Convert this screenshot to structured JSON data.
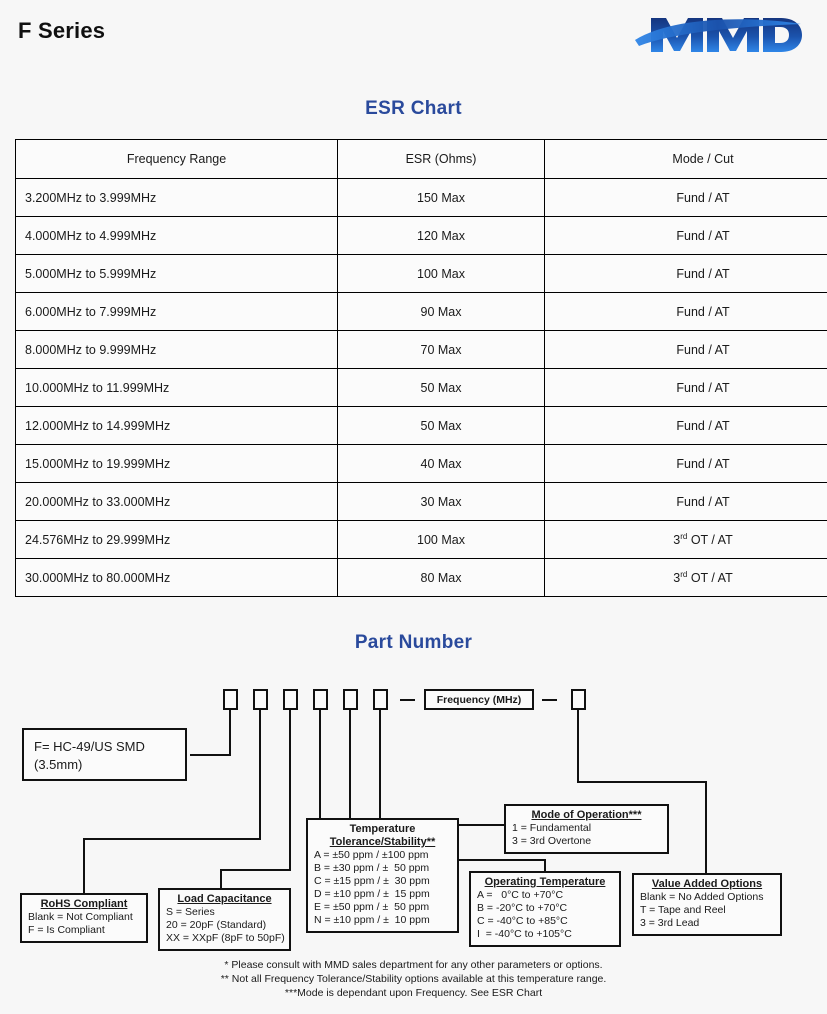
{
  "header": {
    "series_title": "F Series",
    "logo_text": "MMD",
    "logo_name": "mmd-logo"
  },
  "esr_section": {
    "heading": "ESR Chart",
    "columns": [
      "Frequency Range",
      "ESR (Ohms)",
      "Mode / Cut"
    ],
    "rows": [
      {
        "freq": "3.200MHz to 3.999MHz",
        "esr": "150 Max",
        "mode_num": "",
        "mode_sup": "",
        "mode": "Fund / AT"
      },
      {
        "freq": "4.000MHz to 4.999MHz",
        "esr": "120 Max",
        "mode_num": "",
        "mode_sup": "",
        "mode": "Fund / AT"
      },
      {
        "freq": "5.000MHz to 5.999MHz",
        "esr": "100 Max",
        "mode_num": "",
        "mode_sup": "",
        "mode": "Fund / AT"
      },
      {
        "freq": "6.000MHz to 7.999MHz",
        "esr": "90 Max",
        "mode_num": "",
        "mode_sup": "",
        "mode": "Fund / AT"
      },
      {
        "freq": "8.000MHz to 9.999MHz",
        "esr": "70 Max",
        "mode_num": "",
        "mode_sup": "",
        "mode": "Fund / AT"
      },
      {
        "freq": "10.000MHz to 11.999MHz",
        "esr": "50 Max",
        "mode_num": "",
        "mode_sup": "",
        "mode": "Fund / AT"
      },
      {
        "freq": "12.000MHz to 14.999MHz",
        "esr": "50 Max",
        "mode_num": "",
        "mode_sup": "",
        "mode": "Fund / AT"
      },
      {
        "freq": "15.000MHz to 19.999MHz",
        "esr": "40 Max",
        "mode_num": "",
        "mode_sup": "",
        "mode": "Fund / AT"
      },
      {
        "freq": "20.000MHz to 33.000MHz",
        "esr": "30 Max",
        "mode_num": "",
        "mode_sup": "",
        "mode": "Fund / AT"
      },
      {
        "freq": "24.576MHz to 29.999MHz",
        "esr": "100 Max",
        "mode_num": "3",
        "mode_sup": "rd",
        "mode": " OT / AT"
      },
      {
        "freq": "30.000MHz to 80.000MHz",
        "esr": "80 Max",
        "mode_num": "3",
        "mode_sup": "rd",
        "mode": " OT / AT"
      }
    ]
  },
  "part_number": {
    "heading": "Part Number",
    "code_boxes": [
      "",
      "",
      "",
      "",
      "",
      ""
    ],
    "trailing_box": "",
    "dash": "—",
    "frequency_field": "Frequency (MHz)",
    "legends": {
      "model": {
        "lines": [
          "F= HC-49/US SMD",
          "(3.5mm)"
        ]
      },
      "rohs": {
        "title": "RoHS Compliant",
        "lines": [
          "Blank = Not Compliant",
          "F = Is Compliant"
        ]
      },
      "load_capacitance": {
        "title": "Load Capacitance",
        "lines": [
          "S = Series",
          "20 = 20pF (Standard)",
          "XX = XXpF (8pF to 50pF)"
        ]
      },
      "tolerance": {
        "title_line1": "Temperature",
        "title_line2": "Tolerance/Stability**",
        "lines": [
          "A = ±50 ppm / ±100 ppm",
          "B = ±30 ppm / ±  50 ppm",
          "C = ±15 ppm / ±  30 ppm",
          "D = ±10 ppm / ±  15 ppm",
          "E = ±50 ppm / ±  50 ppm",
          "N = ±10 ppm / ±  10 ppm"
        ]
      },
      "operating_temperature": {
        "title": "Operating Temperature",
        "lines": [
          "A =   0°C to +70°C",
          "B = -20°C to +70°C",
          "C = -40°C to +85°C",
          "I  = -40°C to +105°C"
        ]
      },
      "mode_of_operation": {
        "title": "Mode of Operation***",
        "lines": [
          "1 = Fundamental",
          "3 = 3rd Overtone"
        ]
      },
      "value_added": {
        "title": "Value Added Options",
        "lines": [
          "Blank = No Added Options",
          "T = Tape and Reel",
          "3 = 3rd Lead"
        ]
      }
    }
  },
  "footnotes": [
    "* Please consult with MMD sales department for any other parameters or options.",
    "** Not all Frequency Tolerance/Stability options available at this temperature range.",
    "***Mode is dependant upon Frequency. See ESR Chart"
  ],
  "colors": {
    "heading_blue": "#2a4a9c",
    "logo_blue_dark": "#15357f",
    "logo_blue_light": "#1f6fd0",
    "page_background": "#f7f7f7",
    "line_black": "#111111"
  }
}
